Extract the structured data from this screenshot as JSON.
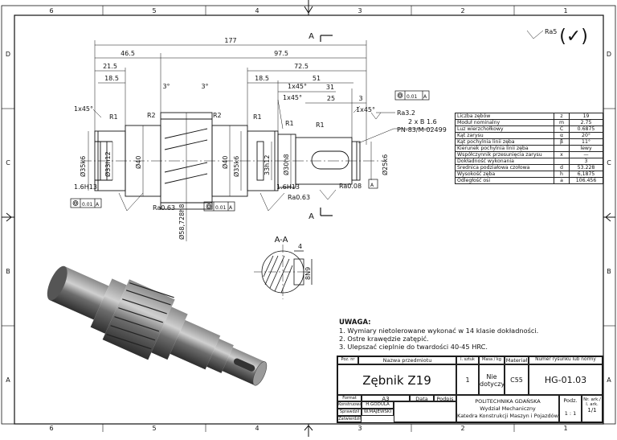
{
  "border": {
    "cols": [
      "6",
      "5",
      "4",
      "3",
      "2",
      "1"
    ],
    "rows": [
      "D",
      "C",
      "B",
      "A"
    ]
  },
  "view_labels": {
    "section_top": "A",
    "section_bottom": "A",
    "section_view": "A-A"
  },
  "dimensions": {
    "overall": "177",
    "d46_5": "46.5",
    "d97_5": "97.5",
    "d21_5": "21.5",
    "d72_5": "72.5",
    "d18_5a": "18.5",
    "d18_5b": "18.5",
    "d51": "51",
    "d31": "31",
    "d25": "25",
    "d3": "3",
    "ang1": "3°",
    "ang2": "3°",
    "ch1": "1x45°",
    "ch2": "1x45°",
    "ch3": "1x45°",
    "ch4": "1x45°",
    "r1a": "R1",
    "r2a": "R2",
    "r2b": "R2",
    "r1b": "R1",
    "r1c": "R1",
    "r1d": "R1",
    "d35k6a": "Ø35k6",
    "d33h12a": "Ø33h12",
    "d40a": "Ø40",
    "d40b": "Ø40",
    "d35k6b": "Ø35k6",
    "d33h12b": "33h12",
    "d30h8": "Ø30h8",
    "d25k6": "Ø25k6",
    "d58": "Ø58,728h8",
    "g16a": "1.6H13",
    "g16b": "1.6H13",
    "ra063a": "Ra0.63",
    "ra063b": "Ra0.63",
    "ra008": "Ra0.08",
    "ra32": "Ra3.2",
    "ctr": "2 x B 1.6",
    "pn": "PN-83/M-02499",
    "ra5": "Ra5",
    "key_w": "4",
    "key_d": "8N9"
  },
  "tolerance_frames": {
    "ft1": "0.01",
    "ft1_ref": "A",
    "ft2": "0.01",
    "ft2_ref": "A",
    "ft3": "0.01",
    "ft3_ref": "A",
    "datum": "A"
  },
  "gear_params": [
    [
      "Liczba zębów",
      "z",
      "19"
    ],
    [
      "Moduł nominalny",
      "m",
      "2.75"
    ],
    [
      "Luz wierzchołkowy",
      "C",
      "0.6875"
    ],
    [
      "Kąt zarysu",
      "α",
      "20°"
    ],
    [
      "Kąt pochylnia linii zęba",
      "β",
      "11°"
    ],
    [
      "Kierunek pochylnia linii zęba",
      "",
      "lewy"
    ],
    [
      "Współczynnik przesunięcia zarysu",
      "x",
      "—"
    ],
    [
      "Dokładność wykonania",
      "",
      "3"
    ],
    [
      "Średnica podziałowa czołowa",
      "d",
      "53.228"
    ],
    [
      "Wysokość zęba",
      "h",
      "6,1875"
    ],
    [
      "Odległość osi",
      "a",
      "106.456"
    ]
  ],
  "notes": {
    "heading": "UWAGA:",
    "lines": [
      "1. Wymiary nietolerowane wykonać w 14 klasie dokładności.",
      "2. Ostre krawędzie zatępić.",
      "3. Ulepszać cieplnie do twardości 40-45 HRC."
    ]
  },
  "title_block": {
    "hdr_pos": "Poz. nr",
    "hdr_name": "Nazwa przedmiotu",
    "hdr_qty": "l. sztuk",
    "hdr_mass": "Masa / kg",
    "hdr_mat": "Materiał",
    "hdr_drw": "Numer rysunku lub normy",
    "name": "Zębnik Z19",
    "qty": "1",
    "mass": "Nie dotyczy",
    "material": "C55",
    "drawing_no": "HG-01.03",
    "format_label": "Format arkusza",
    "format": "A3",
    "date_label": "Data",
    "sign_label": "Podpis",
    "designer_label": "Konstruował",
    "designer": "H.GODULA",
    "checker_label": "Sprawdził",
    "checker": "W.MAJEWSKI",
    "approved_label": "Zatwierdził",
    "org1": "POLITECHNIKA GDAŃSKA",
    "org2": "Wydział Mechaniczny",
    "org3": "Katedra Konstrukcji Maszyn i Pojazdów",
    "scale_label": "Podz.",
    "scale": "1 : 1",
    "sheet_label": "Nr. ark./ l. ark.",
    "sheet": "1/1"
  }
}
